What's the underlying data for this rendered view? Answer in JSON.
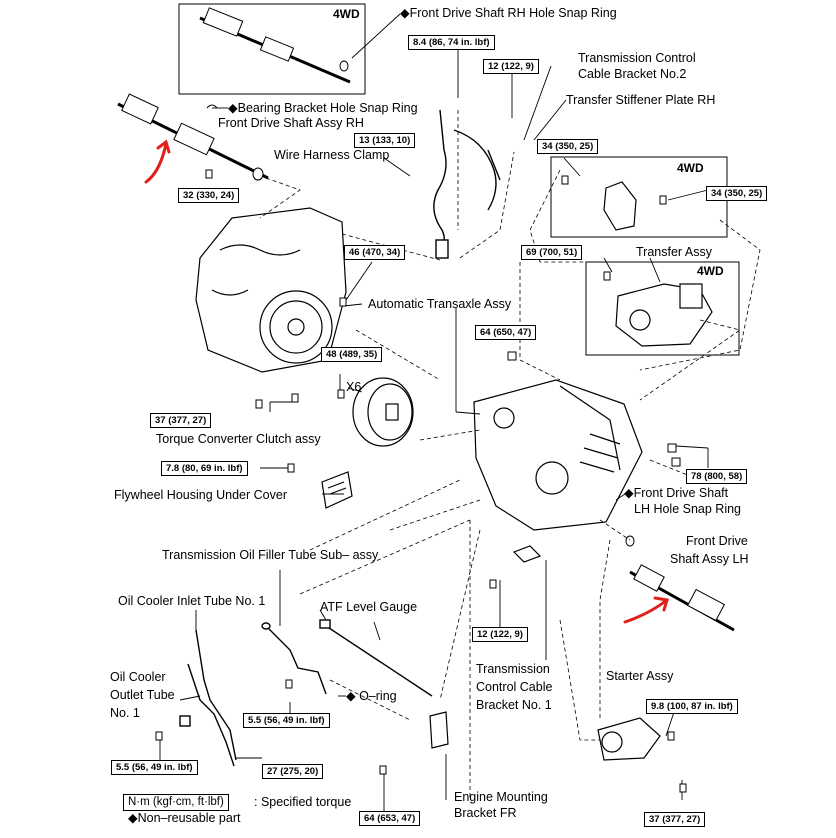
{
  "labels": {
    "rh_hole_snap_ring": "◆Front Drive Shaft RH Hole Snap Ring",
    "bearing_bracket_snap_ring": "◆Bearing Bracket Hole Snap Ring",
    "front_drive_shaft_rh": "Front Drive Shaft Assy RH",
    "wire_harness_clamp": "Wire Harness Clamp",
    "tcc_bracket_2_l1": "Transmission Control",
    "tcc_bracket_2_l2": "Cable Bracket No.2",
    "transfer_stiffener": "Transfer Stiffener Plate RH",
    "transfer_assy": "Transfer Assy",
    "automatic_transaxle": "Automatic Transaxle Assy",
    "x6": "X6",
    "torque_converter": "Torque Converter Clutch assy",
    "flywheel_cover": "Flywheel Housing Under Cover",
    "lh_snap_ring_l1": "◆Front Drive Shaft",
    "lh_snap_ring_l2": "LH Hole Snap Ring",
    "front_drive_shaft_lh_l1": "Front Drive",
    "front_drive_shaft_lh_l2": "Shaft Assy LH",
    "oil_filler_tube": "Transmission Oil Filler Tube Sub– assy",
    "oil_cooler_inlet": "Oil Cooler Inlet Tube No. 1",
    "atf_gauge": "ATF Level Gauge",
    "oil_cooler_outlet_l1": "Oil Cooler",
    "oil_cooler_outlet_l2": "Outlet Tube",
    "oil_cooler_outlet_l3": "No. 1",
    "o_ring": "◆ O–ring",
    "tcc_bracket_1_l1": "Transmission",
    "tcc_bracket_1_l2": "Control Cable",
    "tcc_bracket_1_l3": "Bracket No. 1",
    "starter": "Starter Assy",
    "engine_mount_l1": "Engine Mounting",
    "engine_mount_l2": "Bracket FR"
  },
  "four_wd_tags": [
    "4WD",
    "4WD",
    "4WD"
  ],
  "torques": {
    "t_8_4": "8.4 (86, 74 in. lbf)",
    "t_12_top": "12 (122, 9)",
    "t_13": "13 (133, 10)",
    "t_32": "32 (330, 24)",
    "t_34a": "34 (350, 25)",
    "t_34b": "34 (350, 25)",
    "t_46": "46 (470, 34)",
    "t_69": "69 (700, 51)",
    "t_64a": "64 (650, 47)",
    "t_48": "48 (489, 35)",
    "t_37a": "37 (377, 27)",
    "t_7_8": "7.8 (80, 69 in. lbf)",
    "t_78": "78 (800, 58)",
    "t_12_mid": "12 (122, 9)",
    "t_5_5a": "5.5 (56, 49 in. lbf)",
    "t_5_5b": "5.5 (56, 49 in. lbf)",
    "t_27": "27 (275, 20)",
    "t_9_8": "9.8 (100, 87 in. lbf)",
    "t_64b": "64 (653, 47)",
    "t_37b": "37 (377, 27)"
  },
  "legend": {
    "unit": "N·m (kgf·cm, ft·lbf)",
    "unit_desc": ": Specified torque",
    "nonreusable": "◆Non–reusable part"
  },
  "colors": {
    "line": "#000000",
    "annotation_arrow": "#e0201a"
  }
}
